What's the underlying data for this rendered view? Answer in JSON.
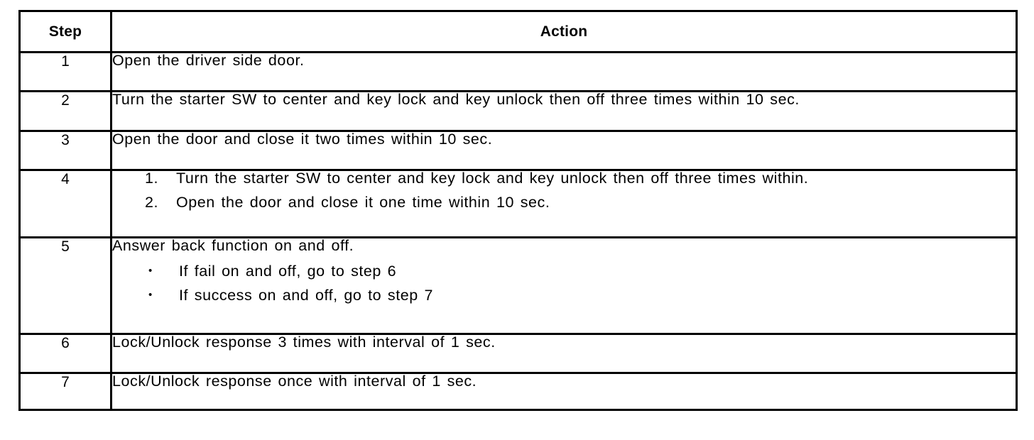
{
  "table": {
    "columns": [
      {
        "key": "step",
        "header": "Step",
        "align": "center"
      },
      {
        "key": "action",
        "header": "Action",
        "align": "center"
      }
    ],
    "headers": {
      "step": "Step",
      "action": "Action"
    },
    "rows": [
      {
        "step": "1",
        "action_type": "text",
        "action_lines": [
          "Open the driver side door."
        ]
      },
      {
        "step": "2",
        "action_type": "text",
        "action_lines": [
          "Turn the starter SW to center and key lock and key unlock then off three times within 10 sec."
        ]
      },
      {
        "step": "3",
        "action_type": "text",
        "action_lines": [
          "Open the door and close it two times within 10 sec."
        ]
      },
      {
        "step": "4",
        "action_type": "numbered-list",
        "numbered_items": [
          {
            "marker": "1.",
            "text": "Turn the starter SW to center and key lock and key unlock then off three times within."
          },
          {
            "marker": "2.",
            "text": "Open the door and close it one time within 10 sec."
          }
        ]
      },
      {
        "step": "5",
        "action_type": "lead-plus-bullets",
        "lead_text": "Answer back function on and off.",
        "bullet_items": [
          {
            "marker": "•",
            "text": "If fail on and off, go to step 6"
          },
          {
            "marker": "•",
            "text": "If success on and off, go to step 7"
          }
        ]
      },
      {
        "step": "6",
        "action_type": "text",
        "action_lines": [
          "Lock/Unlock response 3 times with interval of 1 sec."
        ]
      },
      {
        "step": "7",
        "action_type": "text",
        "action_lines": [
          "Lock/Unlock response once with interval of 1 sec."
        ]
      }
    ]
  },
  "colors": {
    "border": "#000000",
    "text": "#000000",
    "background": "#ffffff"
  }
}
